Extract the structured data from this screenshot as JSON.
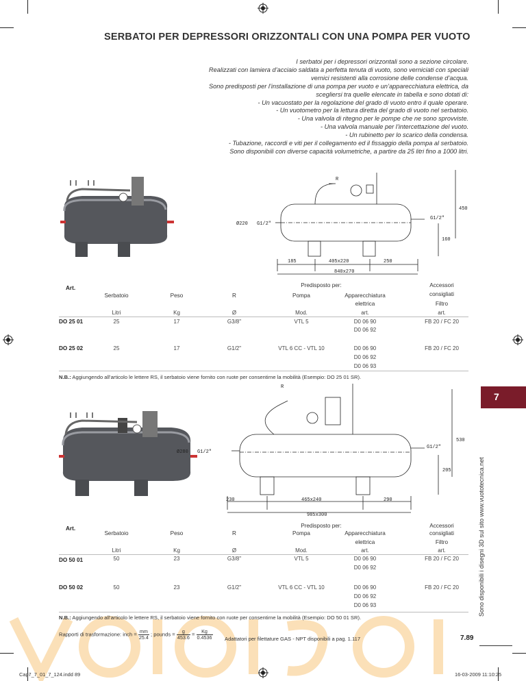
{
  "page": {
    "title": "SERBATOI PER DEPRESSORI ORIZZONTALI CON UNA POMPA PER VUOTO",
    "intro_lines": [
      "I serbatoi per i depressori orizzontali sono a sezione circolare.",
      "Realizzati con lamiera d’acciaio saldata a perfetta tenuta di vuoto, sono verniciati con speciali",
      "vernici resistenti alla corrosione delle condense d’acqua.",
      "Sono predisposti per l’installazione di una pompa per vuoto e un’apparecchiatura elettrica, da",
      "scegliersi tra quelle elencate in tabella e sono dotati di:",
      "- Un vacuostato per la regolazione del grado di vuoto entro il quale operare.",
      "- Un vuotometro per la lettura diretta del grado di vuoto nel serbatoio.",
      "- Una valvola di ritegno per le pompe che ne sono sprovviste.",
      "- Una valvola manuale per l’intercettazione del vuoto.",
      "- Un rubinetto per lo scarico della condensa.",
      "- Tubazione, raccordi e viti per il collegamento ed il fissaggio della pompa al serbatoio.",
      "Sono disponibili con diverse capacità volumetriche, a partire da 25 litri fino a 1000 litri."
    ],
    "section_tab": "7",
    "side_note": "Sono disponibili i disegni 3D sul sito www.vuototecnica.net",
    "page_number": "7.89",
    "footer_left": "Cap7_7_01_7_124.indd   89",
    "footer_right": "16-03-2009   11:10:25",
    "conversion": {
      "prefix": "Rapporti di trasformazione: inch =",
      "mm": "mm",
      "mm_den": "25.4",
      "pounds": "; pounds =",
      "g": "g",
      "g_den": "453.6",
      "eq": "=",
      "kg": "Kg",
      "kg_den": "0.4536"
    },
    "adapter_note": "Adattatori per filettature GAS - NPT disponibili a pag. 1.117"
  },
  "drawing1": {
    "R": "R",
    "dia": "Ø220",
    "port": "G1/2\"",
    "port_right": "G1/2\"",
    "h_total": "450",
    "h_feet": "160",
    "dim_left": "185",
    "dim_mid": "405x220",
    "dim_right": "250",
    "dim_total": "840x270"
  },
  "drawing2": {
    "R": "R",
    "dia": "Ø280",
    "port": "G1/2\"",
    "port_right": "G1/2\"",
    "h_total": "530",
    "h_feet": "205",
    "dim_left": "230",
    "dim_mid": "465x240",
    "dim_right": "290",
    "dim_total": "985x300"
  },
  "table_headers": {
    "art": "Art.",
    "serbatoio": "Serbatoio",
    "peso": "Peso",
    "r": "R",
    "predisposto": "Predisposto per:",
    "pompa": "Pompa",
    "apparecchiatura": "Apparecchiatura",
    "elettrica": "elettrica",
    "accessori": "Accessori",
    "consigliati": "consigliati",
    "filtro": "Filtro",
    "u_litri": "Litri",
    "u_kg": "Kg",
    "u_r": "Ø",
    "u_mod": "Mod.",
    "u_art": "art.",
    "u_art2": "art."
  },
  "table1": {
    "rows": [
      {
        "art": "DO 25 01",
        "litri": "25",
        "kg": "17",
        "r": "G3/8\"",
        "pompa": "VTL 5",
        "app": [
          "D0 06 90",
          "D0 06 92"
        ],
        "acc": "FB 20 / FC 20"
      },
      {
        "art": "DO 25 02",
        "litri": "25",
        "kg": "17",
        "r": "G1/2\"",
        "pompa": "VTL 6 CC - VTL 10",
        "app": [
          "D0 06 90",
          "D0 06 92",
          "D0 06 93"
        ],
        "acc": "FB 20 / FC 20"
      }
    ],
    "nb_label": "N.B.:",
    "nb_text": "Aggiungendo all’articolo le lettere RS, il serbatoio viene fornito con ruote per consentirne la mobilità (Esempio: DO 25 01 SR)."
  },
  "table2": {
    "rows": [
      {
        "art": "DO 50 01",
        "litri": "50",
        "kg": "23",
        "r": "G3/8\"",
        "pompa": "VTL 5",
        "app": [
          "D0 06 90",
          "D0 06 92"
        ],
        "acc": "FB 20 / FC 20"
      },
      {
        "art": "DO 50 02",
        "litri": "50",
        "kg": "23",
        "r": "G1/2\"",
        "pompa": "VTL 6 CC - VTL 10",
        "app": [
          "D0 06 90",
          "D0 06 92",
          "D0 06 93"
        ],
        "acc": "FB 20 / FC 20"
      }
    ],
    "nb_label": "N.B.:",
    "nb_text": "Aggiungendo all’articolo le lettere RS, il serbatoio viene fornito con ruote per consentirne la mobilità (Esempio: DO 50 01 SR)."
  }
}
